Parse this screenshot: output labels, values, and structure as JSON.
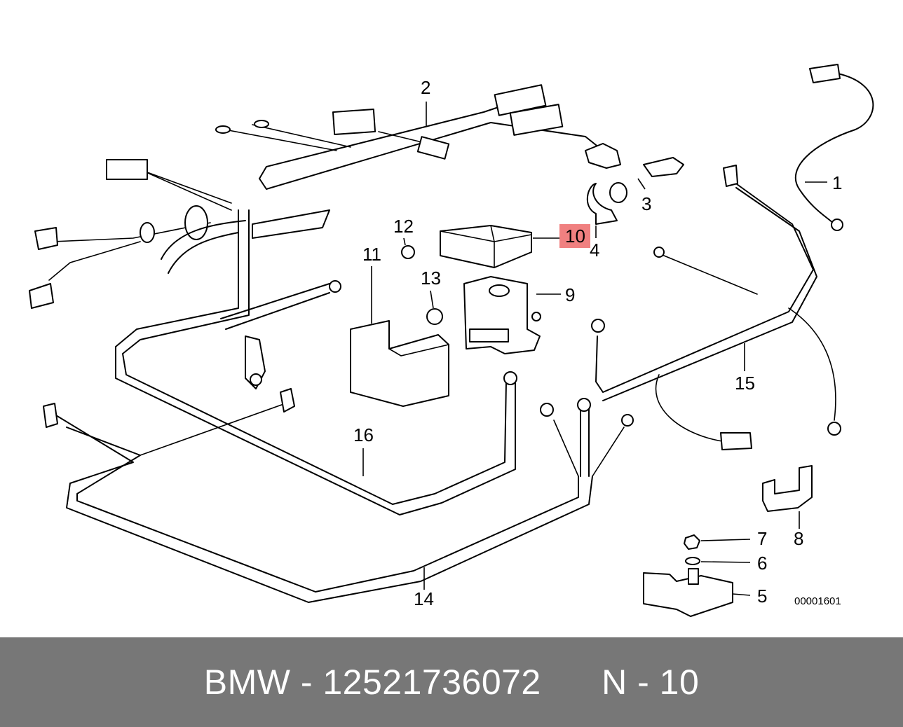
{
  "diagram": {
    "labels": {
      "p1": "1",
      "p2": "2",
      "p3": "3",
      "p4": "4",
      "p5": "5",
      "p6": "6",
      "p7": "7",
      "p8": "8",
      "p9": "9",
      "p10": "10",
      "p11": "11",
      "p12": "12",
      "p13": "13",
      "p14": "14",
      "p15": "15",
      "p16": "16"
    },
    "highlighted_part": "10",
    "highlight_color": "#f08080",
    "reference_code": "00001601"
  },
  "footer": {
    "brand": "BMW",
    "separator": " - ",
    "part_number": "12521736072",
    "position_prefix": "N - ",
    "position": "10"
  },
  "colors": {
    "footer_bg": "#777777",
    "footer_text": "#ffffff"
  }
}
